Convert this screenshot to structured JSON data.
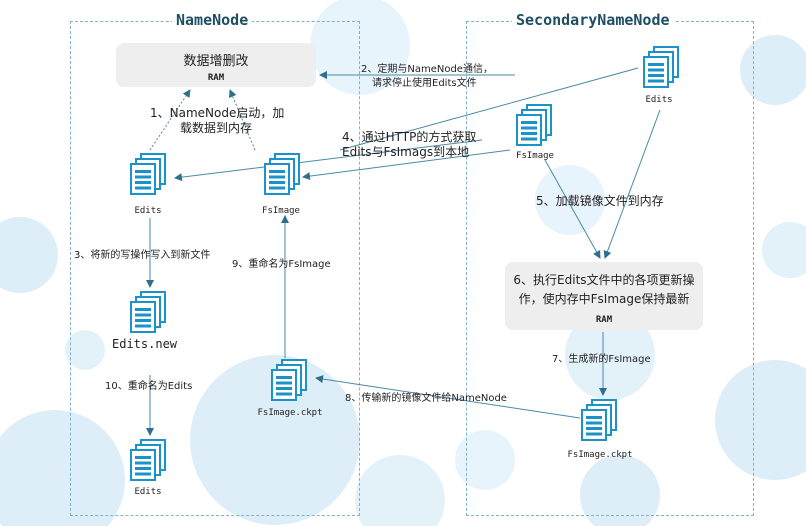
{
  "namenode": {
    "title": "NameNode",
    "ram_text": "数据增删改",
    "ram_label": "RAM",
    "step1_line1": "1、NameNode启动，加",
    "step1_line2": "载数据到内存",
    "edits_label": "Edits",
    "fsimage_label": "FsImage",
    "step3": "3、将新的写操作写入到新文件",
    "step9": "9、重命名为FsImage",
    "edits_new_label": "Edits.new",
    "step10": "10、重命名为Edits",
    "fsimage_ckpt_label": "FsImage.ckpt",
    "edits_bottom_label": "Edits"
  },
  "secondary": {
    "title": "SecondaryNameNode",
    "edits_label": "Edits",
    "fsimage_label": "FsImage",
    "step5": "5、加载镜像文件到内存",
    "ram_line1": "6、执行Edits文件中的各项更新操",
    "ram_line2": "作，使内存中FsImage保持最新",
    "ram_label": "RAM",
    "step7": "7、生成新的FsImage",
    "fsimage_ckpt_label": "FsImage.ckpt"
  },
  "cross": {
    "step2_line1": "2、定期与NameNode通信，",
    "step2_line2": "请求停止使用Edits文件",
    "step4_line1": "4、通过HTTP的方式获取",
    "step4_line2": "Edits与FsImags到本地",
    "step8": "8、传输新的镜像文件给NameNode"
  },
  "colors": {
    "border": "#7fb3c8",
    "arrow": "#4a8aa6",
    "icon": "#1c93c8",
    "bubble": "#d6ecf7"
  }
}
